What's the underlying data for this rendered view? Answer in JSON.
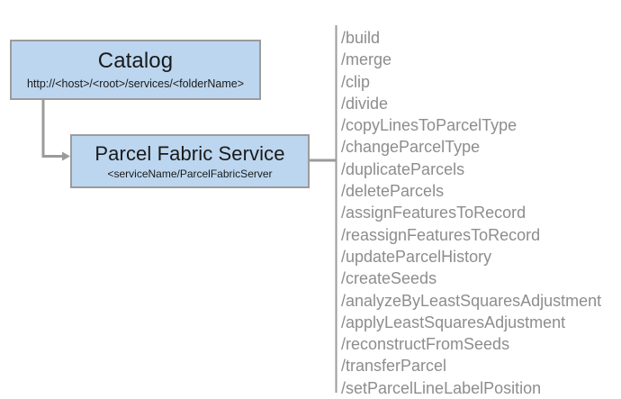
{
  "diagram": {
    "nodes": [
      {
        "id": "catalog",
        "title": "Catalog",
        "subtitle": "http://<host>/<root>/services/<folderName>"
      },
      {
        "id": "parcel-fabric-service",
        "title": "Parcel Fabric Service",
        "subtitle": "<serviceName/ParcelFabricServer"
      }
    ],
    "operations": [
      "/build",
      "/merge",
      "/clip",
      "/divide",
      "/copyLinesToParcelType",
      "/changeParcelType",
      "/duplicateParcels",
      "/deleteParcels",
      "/assignFeaturesToRecord",
      "/reassignFeaturesToRecord",
      "/updateParcelHistory",
      "/createSeeds",
      "/analyzeByLeastSquaresAdjustment",
      "/applyLeastSquaresAdjustment",
      "/reconstructFromSeeds",
      "/transferParcel",
      "/setParcelLineLabelPosition"
    ],
    "colors": {
      "node_fill": "#bcd6ef",
      "node_border": "#9b9b9b",
      "connector": "#9b9b9b",
      "divider": "#9b9b9b",
      "operation_text": "#8d8d8d",
      "node_text": "#1a1a1a",
      "background": "#ffffff"
    }
  }
}
